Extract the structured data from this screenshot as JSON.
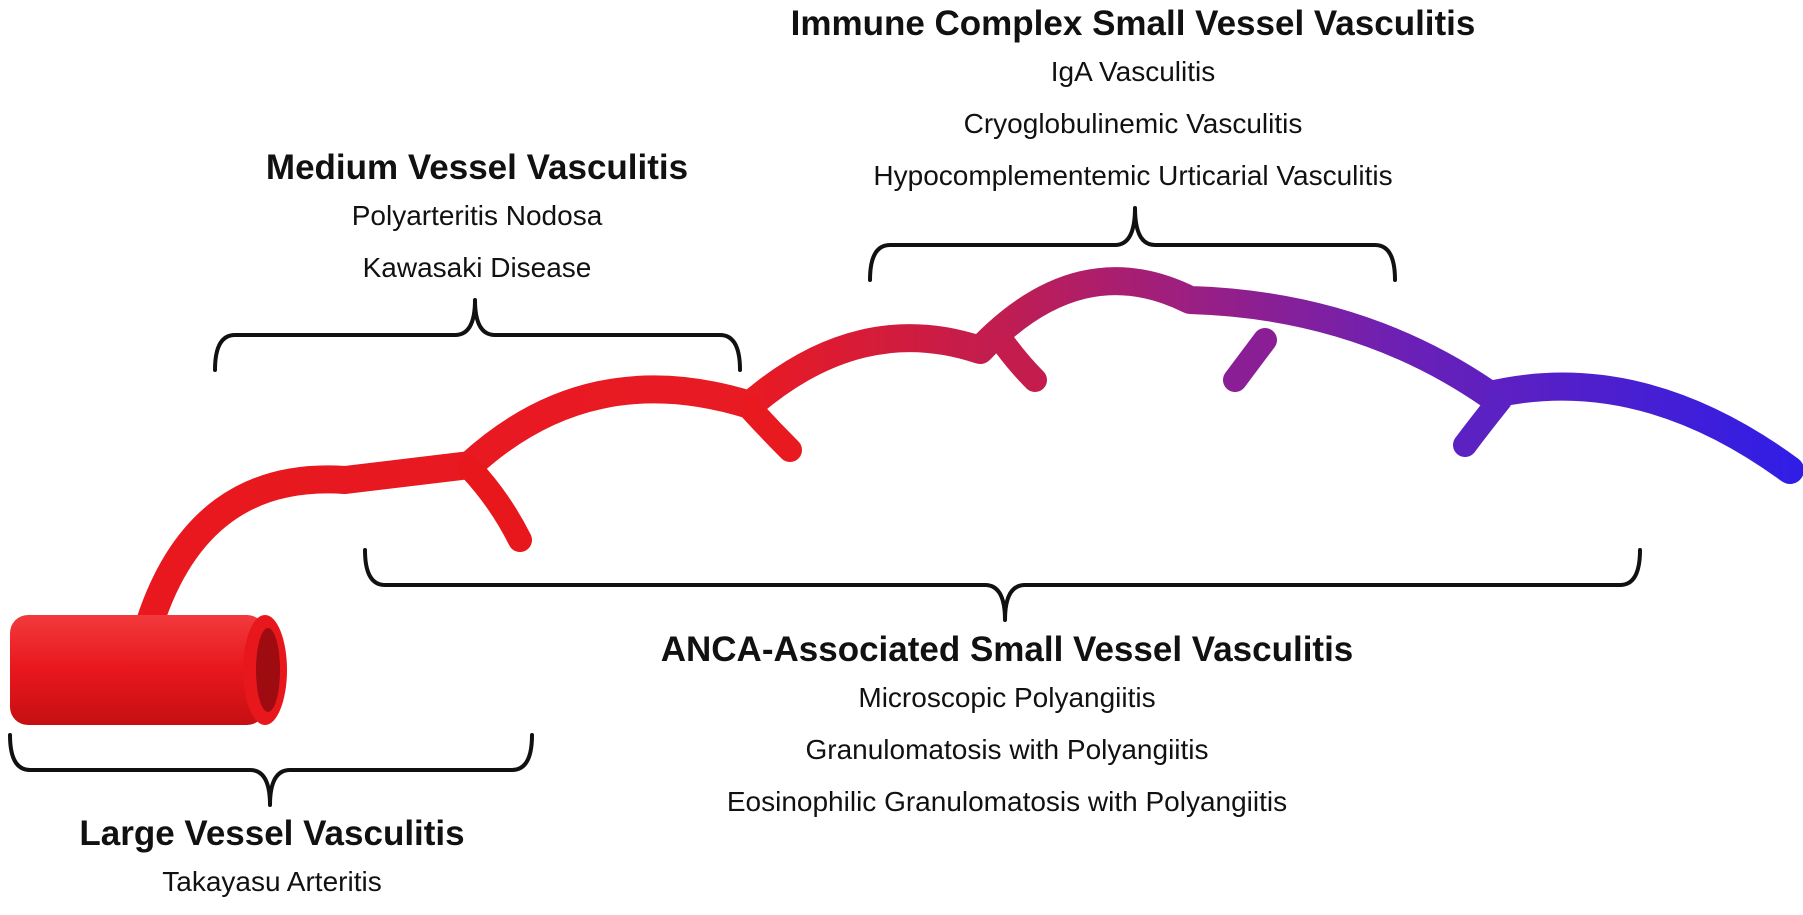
{
  "groups": {
    "large": {
      "title": "Large Vessel Vasculitis",
      "items": [
        "Takayasu Arteritis"
      ]
    },
    "medium": {
      "title": "Medium Vessel Vasculitis",
      "items": [
        "Polyarteritis Nodosa",
        "Kawasaki Disease"
      ]
    },
    "immune": {
      "title": "Immune Complex Small Vessel Vasculitis",
      "items": [
        "IgA Vasculitis",
        "Cryoglobulinemic Vasculitis",
        "Hypocomplementemic Urticarial Vasculitis"
      ]
    },
    "anca": {
      "title": "ANCA-Associated Small Vessel Vasculitis",
      "items": [
        "Microscopic Polyangiitis",
        "Granulomatosis with Polyangiitis",
        "Eosinophilic Granulomatosis with Polyangiitis"
      ]
    }
  },
  "colors": {
    "vessel_start": "#e8171c",
    "vessel_mid": "#a01f78",
    "vessel_end": "#2f1ee6",
    "bracket": "#111111"
  },
  "icons": [
    "vessel-tree-icon"
  ]
}
